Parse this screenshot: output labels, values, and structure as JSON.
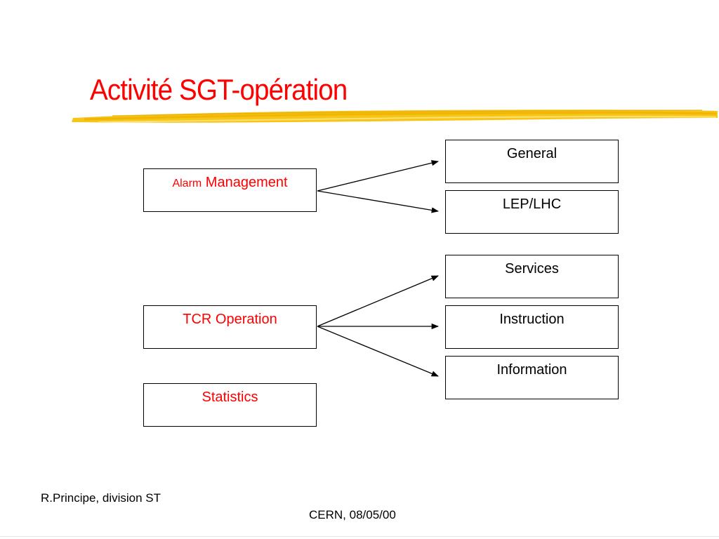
{
  "slide": {
    "title": "Activité SGT-opération",
    "accent_color": "#ff0000",
    "underline_color": "#f5c518"
  },
  "diagram": {
    "left": {
      "alarm_management": {
        "prefix": "Alarm",
        "main": "Management"
      },
      "tcr_operation": "TCR Operation",
      "statistics": "Statistics"
    },
    "right": {
      "general": "General",
      "lep_lhc": "LEP/LHC",
      "services": "Services",
      "instruction": "Instruction",
      "information": "Information"
    }
  },
  "footer": {
    "author": "R.Principe, division ST",
    "place_date": "CERN, 08/05/00"
  }
}
